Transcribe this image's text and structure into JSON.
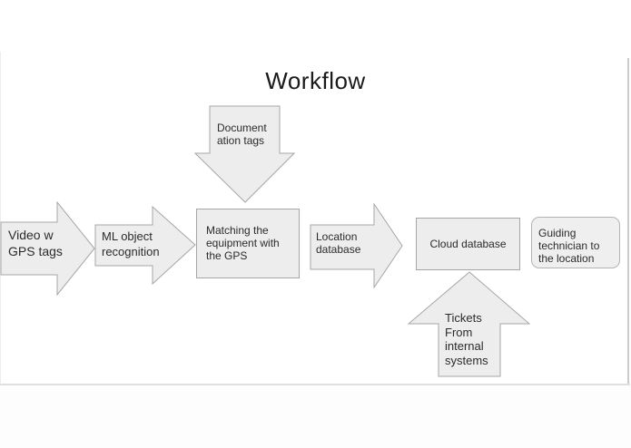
{
  "diagram": {
    "title": "Workflow",
    "nodes": [
      {
        "id": "video-gps-tags",
        "shape": "arrow-right",
        "lines": [
          "Video w",
          "GPS tags"
        ]
      },
      {
        "id": "ml-object-recognition",
        "shape": "arrow-right",
        "lines": [
          "ML object",
          "recognition"
        ]
      },
      {
        "id": "documentation-tags",
        "shape": "arrow-down",
        "lines": [
          "Document",
          "ation tags"
        ]
      },
      {
        "id": "matching-equipment",
        "shape": "rectangle",
        "lines": [
          "Matching the",
          "equipment with",
          "the GPS"
        ]
      },
      {
        "id": "location-database",
        "shape": "arrow-right",
        "lines": [
          "Location",
          "database"
        ]
      },
      {
        "id": "cloud-database",
        "shape": "rectangle",
        "lines": [
          "Cloud database"
        ]
      },
      {
        "id": "guiding-technician",
        "shape": "rounded-rect",
        "lines": [
          "Guiding",
          "technician to",
          "the location"
        ]
      },
      {
        "id": "tickets-internal",
        "shape": "arrow-up",
        "lines": [
          "Tickets",
          "From",
          "internal",
          "systems"
        ]
      }
    ],
    "colors": {
      "shape_fill": "#ededed",
      "shape_border": "#a6a6a6",
      "text": "#2b2b2b",
      "canvas_edge": "#cbcbcb"
    }
  }
}
